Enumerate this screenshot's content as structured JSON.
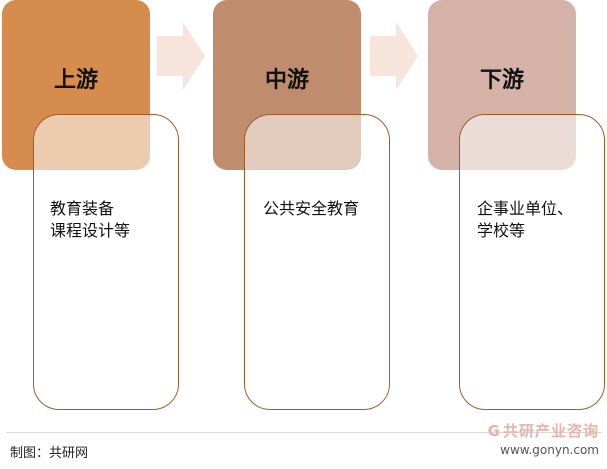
{
  "colors": {
    "upstream": "#d68c4c",
    "midstream": "#bf8d6d",
    "downstream": "#d4b2a8",
    "arrow": "#f7e5dc",
    "outline": "#a65a2a"
  },
  "stages": [
    {
      "title": "上游",
      "lines": [
        "教育装备",
        "课程设计等"
      ]
    },
    {
      "title": "中游",
      "lines": [
        "公共安全教育"
      ]
    },
    {
      "title": "下游",
      "lines": [
        "企事业单位、",
        "学校等"
      ]
    }
  ],
  "footer": {
    "credit": "制图：共研网"
  },
  "watermark": {
    "name": "共研产业咨询",
    "url": "www.gonyn.com",
    "logo_icon": "G"
  }
}
